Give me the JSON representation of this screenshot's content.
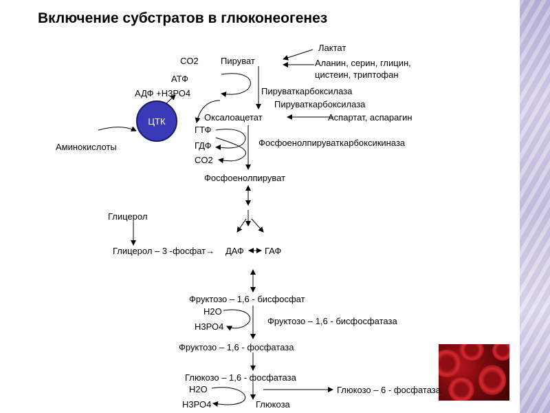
{
  "title": "Включение субстратов в глюконеогенез",
  "labels": {
    "lactate": "Лактат",
    "amino_acids_1": "Аланин, серин, глицин,",
    "amino_acids_2": "цистеин, триптофан",
    "co2_top": "CO2",
    "pyruvate": "Пируват",
    "atp": "АТФ",
    "adp": "АДФ +Н3РО4",
    "enzyme_pyr_carboxylase_1": "Пируваткарбоксилаза",
    "enzyme_pyr_carboxylase_2": "Пируваткарбоксилаза",
    "ctk": "ЦТК",
    "oxaloacetate": "Оксалоацетат",
    "aspartate": "Аспартат, аспарагин",
    "gtp": "ГТФ",
    "gdp": "ГДФ",
    "co2_mid": "CO2",
    "amino_acids": "Аминокислоты",
    "enzyme_pepck": "Фосфоенолпируваткарбоксикиназа",
    "pep": "Фосфоенолпируват",
    "glycerol": "Глицерол",
    "glycerol_3p": "Глицерол – 3 -фосфат→",
    "dap": "ДАФ",
    "gap": "ГАФ",
    "fbp": "Фруктозо – 1,6 - бисфосфат",
    "h2o_1": "H2O",
    "h3po4_1": "Н3РО4",
    "enzyme_fbpase": "Фруктозо – 1,6 - бисфосфатаза",
    "f16p": "Фруктозо – 1,6 - фосфатаза",
    "g16p": "Глюкозо – 1,6 - фосфатаза",
    "h2o_2": "H2O",
    "h3po4_2": "Н3РО4",
    "glucose": "Глюкоза",
    "g6pase": "Глюкозо – 6 - фосфатаза"
  }
}
